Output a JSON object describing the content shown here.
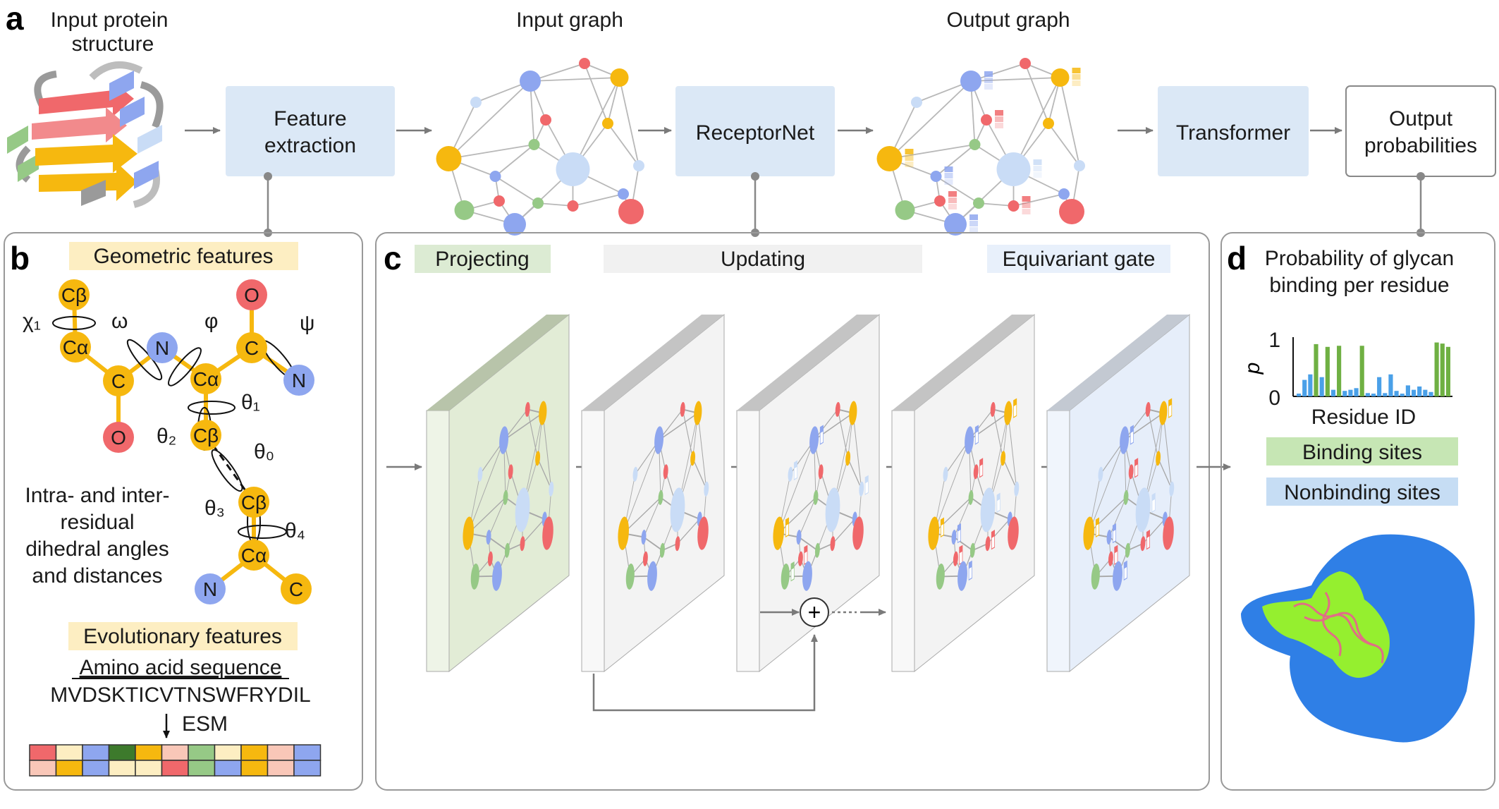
{
  "colors": {
    "gold": "#f6b80f",
    "red": "#f0686b",
    "blue": "#8ea6ef",
    "lightblue": "#c9dcf6",
    "green": "#96c986",
    "box_fill": "#dbe8f6",
    "tag_gold": "#fdeec2",
    "tag_green": "#dcebd3",
    "tag_gray": "#f1f1f1",
    "tag_blue": "#e8f0fb",
    "binding": "#6fb043",
    "nonbinding": "#4aa0e8",
    "surface_blue": "#2f7fe6",
    "surface_green": "#95ef2f"
  },
  "panel_a": {
    "letter": "a",
    "title_input_structure": [
      "Input protein",
      "structure"
    ],
    "title_input_graph": "Input graph",
    "title_output_graph": "Output graph",
    "box_feature_extraction": [
      "Feature",
      "extraction"
    ],
    "box_receptornet": "ReceptorNet",
    "box_transformer": "Transformer",
    "box_output": [
      "Output",
      "probabilities"
    ]
  },
  "panel_b": {
    "letter": "b",
    "geometric_features": "Geometric features",
    "atoms": {
      "cb1": "Cβ",
      "ca1": "Cα",
      "c1": "C",
      "o1": "O",
      "n1": "N",
      "ca2": "Cα",
      "c2": "C",
      "o2": "O",
      "n2": "N",
      "cb2": "Cβ",
      "cb3": "Cβ",
      "ca3": "Cα",
      "n3": "N",
      "c3": "C"
    },
    "angles": {
      "chi1": "χ₁",
      "omega": "ω",
      "phi": "φ",
      "psi": "ψ",
      "theta1": "θ₁",
      "theta2": "θ₂",
      "theta0": "θ₀",
      "theta3": "θ₃",
      "theta4": "θ₄"
    },
    "description": [
      "Intra- and inter-",
      "residual",
      "dihedral angles",
      "and distances"
    ],
    "evolutionary_features": "Evolutionary features",
    "amino_acid_sequence": "Amino acid sequence",
    "sequence": "MVDSKTICVTNSWFRYDIL",
    "esm": "ESM",
    "embedding_rows": [
      [
        "#f0686b",
        "#fdeec2",
        "#8ea6ef",
        "#3d7a2c",
        "#f6b80f",
        "#f9c7b8",
        "#96c986",
        "#fdeec2",
        "#f6b80f",
        "#f9c7b8",
        "#8ea6ef"
      ],
      [
        "#f9c7b8",
        "#f6b80f",
        "#8ea6ef",
        "#fdeec2",
        "#fdeec2",
        "#f0686b",
        "#96c986",
        "#8ea6ef",
        "#f6b80f",
        "#f9c7b8",
        "#8ea6ef"
      ]
    ]
  },
  "panel_c": {
    "letter": "c",
    "projecting": "Projecting",
    "updating": "Updating",
    "equivariant_gate": "Equivariant gate",
    "plus": "+"
  },
  "panel_d": {
    "letter": "d",
    "title": [
      "Probability of glycan",
      "binding per residue"
    ],
    "y_axis_label": "p",
    "y_tick_top": "1",
    "y_tick_bottom": "0",
    "x_axis_label": "Residue ID",
    "legend_binding": "Binding sites",
    "legend_nonbinding": "Nonbinding sites"
  },
  "chart_data": {
    "type": "bar",
    "title": "Probability of glycan binding per residue",
    "xlabel": "Residue ID",
    "ylabel": "p",
    "ylim": [
      0,
      1
    ],
    "x": [
      1,
      2,
      3,
      4,
      5,
      6,
      7,
      8,
      9,
      10,
      11,
      12,
      13,
      14,
      15,
      16,
      17,
      18,
      19,
      20,
      21,
      22,
      23,
      24,
      25,
      26,
      27
    ],
    "values": [
      0.05,
      0.3,
      0.4,
      0.95,
      0.35,
      0.9,
      0.12,
      0.92,
      0.1,
      0.12,
      0.15,
      0.92,
      0.06,
      0.05,
      0.35,
      0.06,
      0.4,
      0.1,
      0.05,
      0.2,
      0.12,
      0.18,
      0.12,
      0.08,
      0.98,
      0.96,
      0.9
    ],
    "categories_by_bar": [
      "Nonbinding sites",
      "Nonbinding sites",
      "Nonbinding sites",
      "Binding sites",
      "Nonbinding sites",
      "Binding sites",
      "Nonbinding sites",
      "Binding sites",
      "Nonbinding sites",
      "Nonbinding sites",
      "Nonbinding sites",
      "Binding sites",
      "Nonbinding sites",
      "Nonbinding sites",
      "Nonbinding sites",
      "Nonbinding sites",
      "Nonbinding sites",
      "Nonbinding sites",
      "Nonbinding sites",
      "Nonbinding sites",
      "Nonbinding sites",
      "Nonbinding sites",
      "Nonbinding sites",
      "Nonbinding sites",
      "Binding sites",
      "Binding sites",
      "Binding sites"
    ],
    "series": [
      {
        "name": "Binding sites",
        "color": "#6fb043"
      },
      {
        "name": "Nonbinding sites",
        "color": "#4aa0e8"
      }
    ],
    "grid": false
  }
}
